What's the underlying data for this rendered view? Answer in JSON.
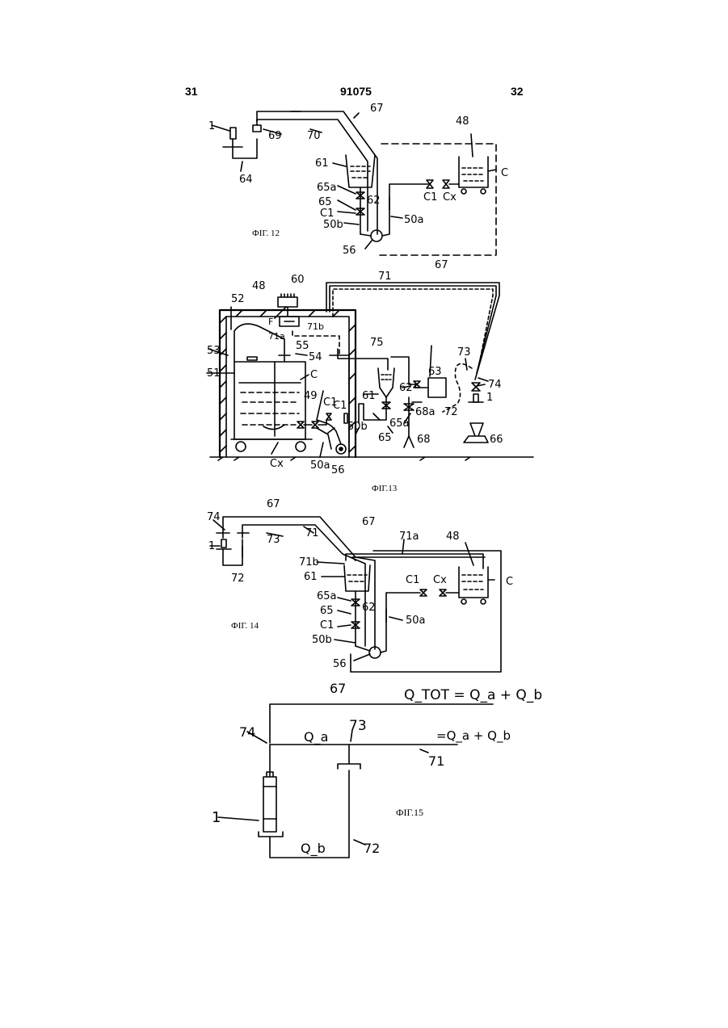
{
  "header": {
    "left_page": "31",
    "patent_number": "91075",
    "right_page": "32"
  },
  "figures": [
    {
      "caption": "ФIГ. 12",
      "labels": [
        "1",
        "69",
        "70",
        "67",
        "48",
        "61",
        "C",
        "64",
        "65a",
        "62",
        "C1",
        "Cx",
        "65",
        "C1",
        "50b",
        "50a",
        "56"
      ]
    },
    {
      "caption": "ФIГ.13",
      "labels": [
        "71",
        "67",
        "60",
        "52",
        "48",
        "F",
        "71b",
        "71a",
        "55",
        "54",
        "75",
        "53",
        "51",
        "C",
        "63",
        "73",
        "61",
        "62",
        "74",
        "1",
        "68a",
        "C1",
        "C1",
        "49",
        "50b",
        "65a",
        "72",
        "65",
        "68",
        "Cx",
        "50a",
        "56",
        "66"
      ]
    },
    {
      "caption": "ФIГ. 14",
      "labels": [
        "67",
        "74",
        "73",
        "71",
        "67",
        "1",
        "71a",
        "48",
        "72",
        "71b",
        "61",
        "C1",
        "Cx",
        "C",
        "65a",
        "62",
        "65",
        "C1",
        "50a",
        "50b",
        "56"
      ]
    },
    {
      "caption": "ФIГ.15",
      "labels": [
        "67",
        "Q_TOT = Q_a + Q_b",
        "74",
        "Q_a",
        "73",
        "=Q_a + Q_b",
        "71",
        "1",
        "Q_b",
        "72"
      ]
    }
  ]
}
